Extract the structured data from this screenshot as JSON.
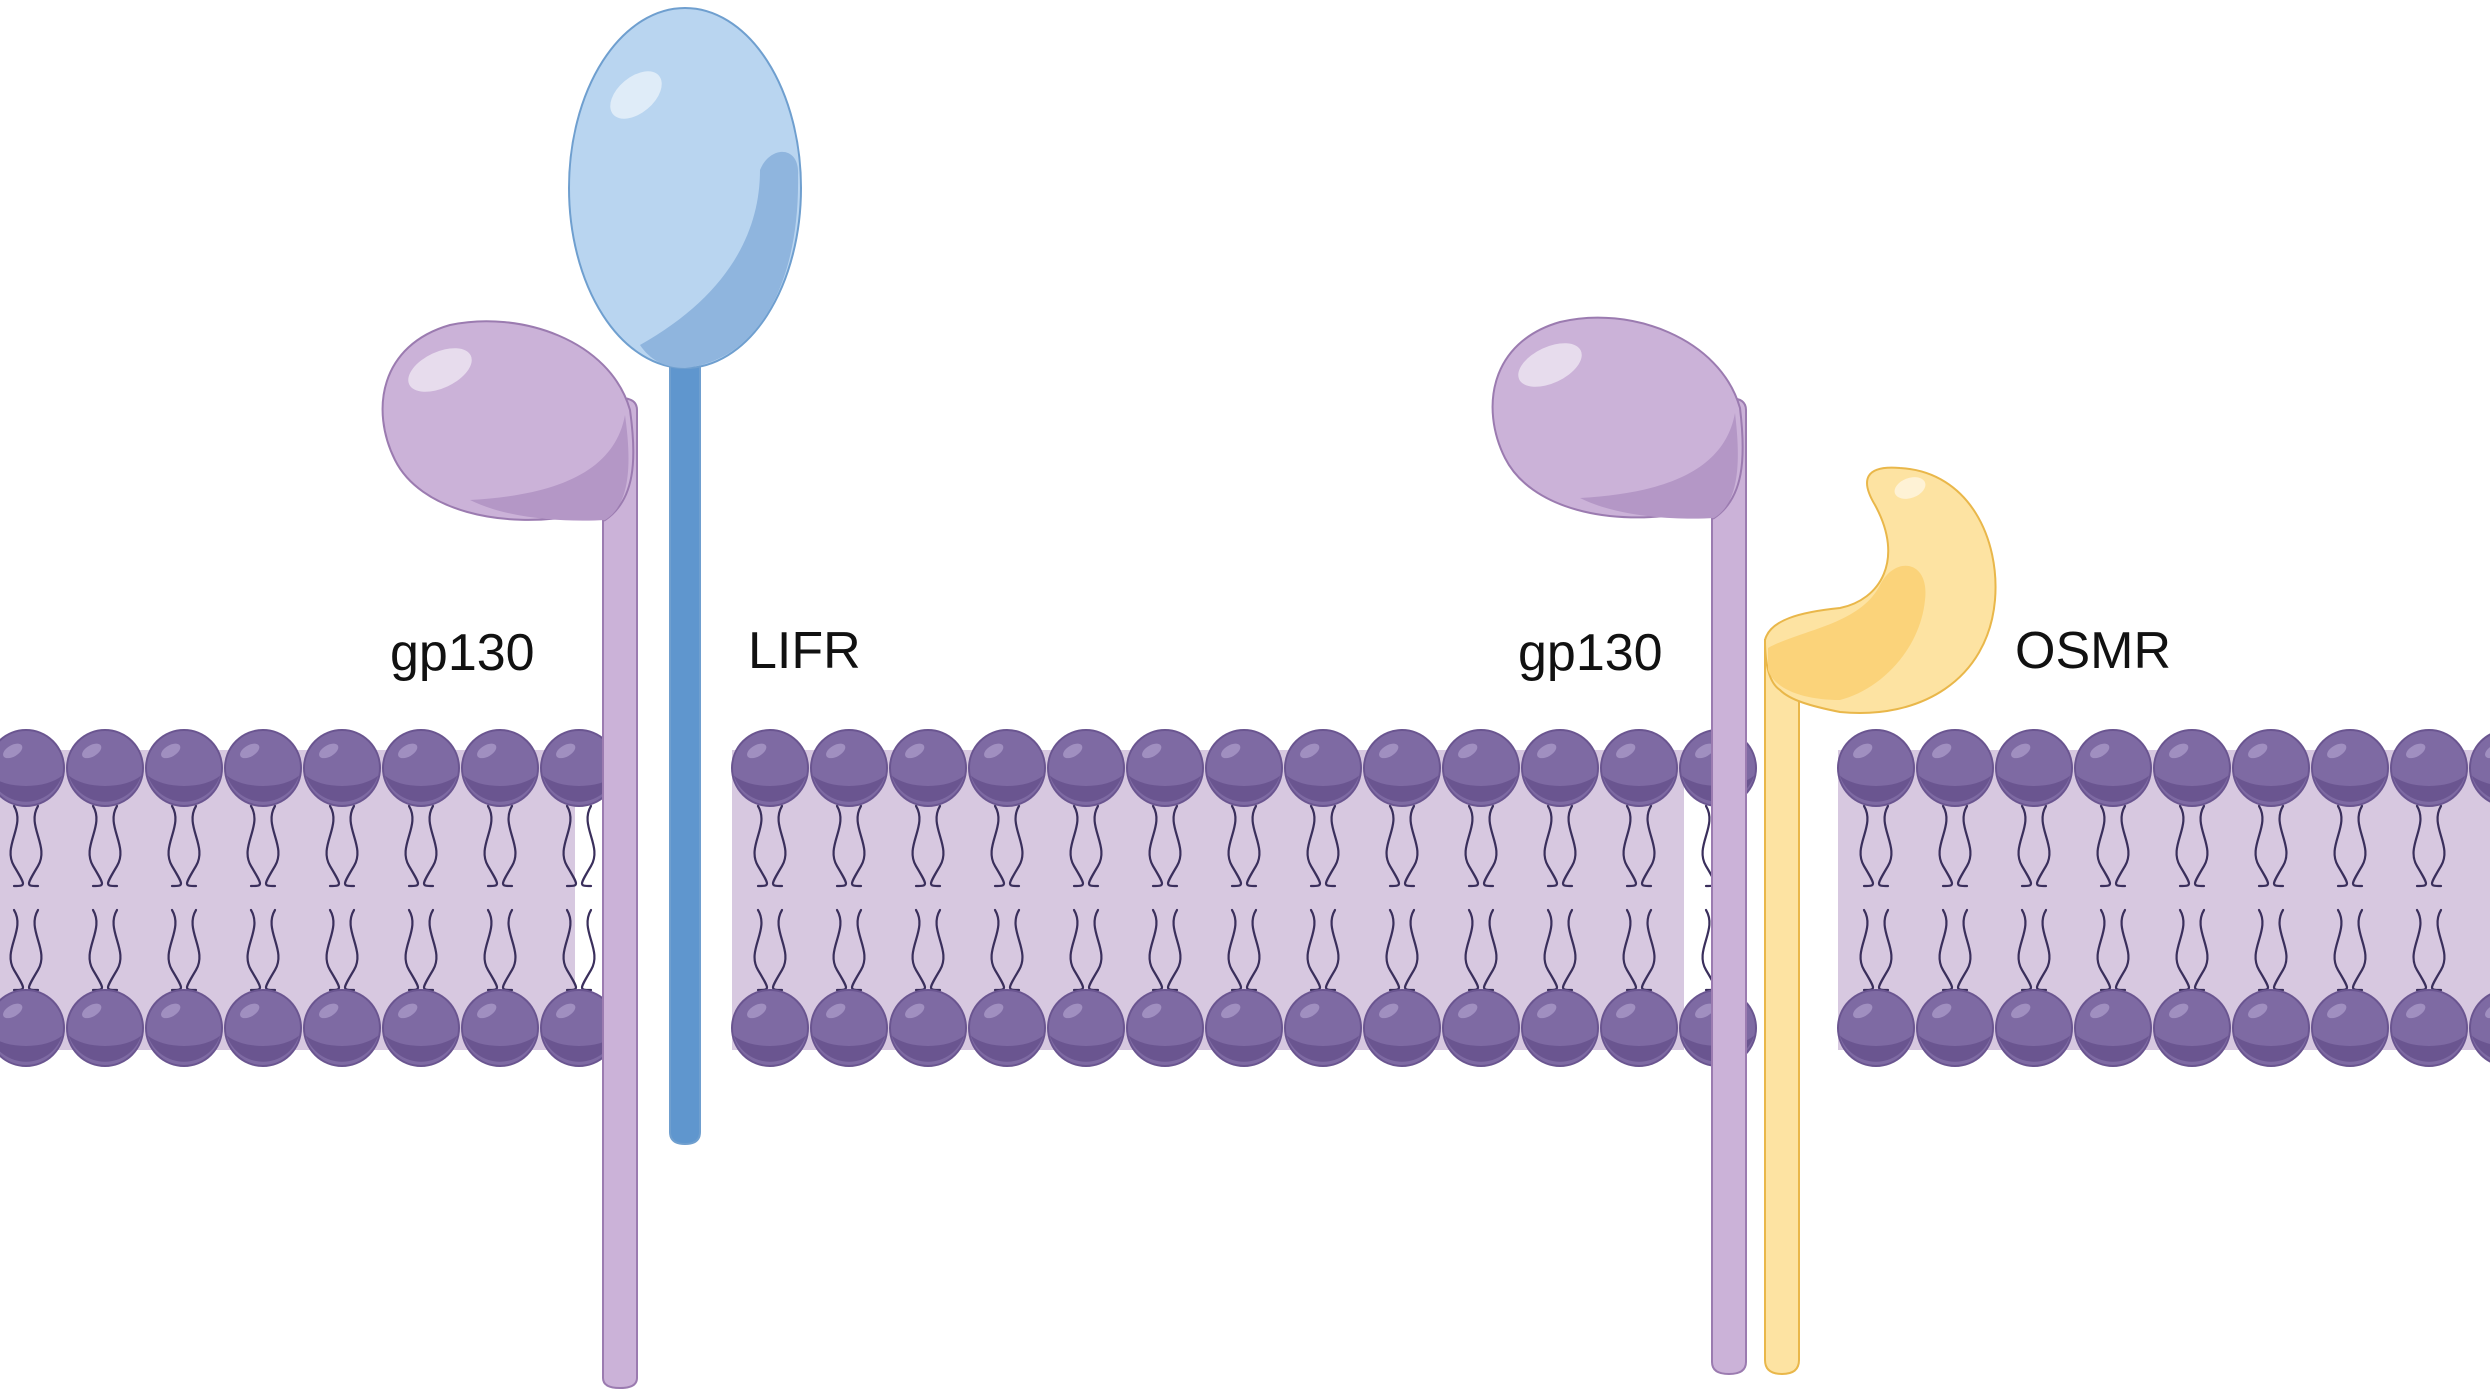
{
  "labels": {
    "gp130_left": "gp130",
    "lifr": "LIFR",
    "gp130_right": "gp130",
    "osmr": "OSMR"
  },
  "colors": {
    "background": "#ffffff",
    "membrane_band": "#d7c8e0",
    "lipid_head": "#7e6aa3",
    "lipid_head_shade": "#6a5590",
    "lipid_head_highlight": "#a08fc0",
    "lipid_tail": "#3a2f5c",
    "gp130_fill": "#cbb2d8",
    "gp130_shade": "#b497c6",
    "gp130_outline": "#9b7bb0",
    "lifr_fill": "#b9d5f0",
    "lifr_shade": "#8fb5de",
    "lifr_stem": "#5f96ce",
    "lifr_outline": "#6f9fcf",
    "osmr_fill": "#fde3a2",
    "osmr_shade": "#fbd37a",
    "osmr_outline": "#e9b74a",
    "label_text": "#111111"
  },
  "icons": {
    "lipid": "phospholipid-icon",
    "gp130": "gp130-receptor-icon",
    "lifr": "lifr-receptor-icon",
    "osmr": "osmr-receptor-icon"
  }
}
